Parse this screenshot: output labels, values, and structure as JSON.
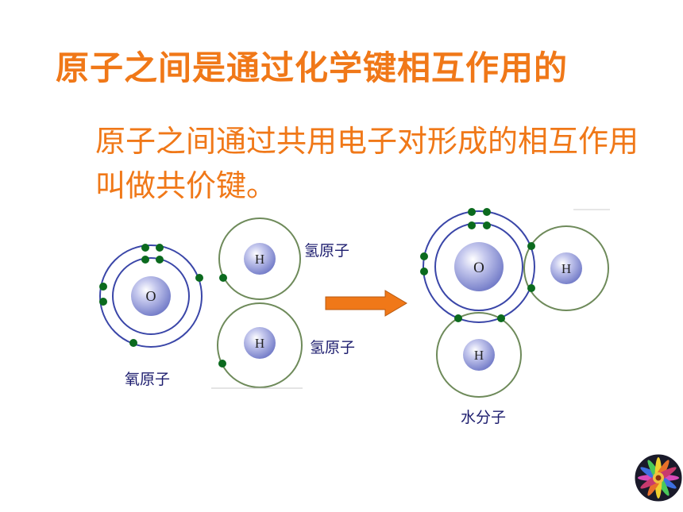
{
  "slide": {
    "title": "原子之间是通过化学键相互作用的",
    "body": "原子之间通过共用电子对形成的相互作用叫做共价键。"
  },
  "diagram": {
    "oxygen_atom": {
      "nucleus_symbol": "O",
      "label": "氧原子"
    },
    "hydrogen_atom_1": {
      "nucleus_symbol": "H",
      "label": "氢原子"
    },
    "hydrogen_atom_2": {
      "nucleus_symbol": "H",
      "label": "氢原子"
    },
    "water_molecule": {
      "oxygen_symbol": "O",
      "hydrogen_symbol_1": "H",
      "hydrogen_symbol_2": "H",
      "label": "水分子"
    }
  },
  "colors": {
    "title": "#f07818",
    "arrow_fill": "#f07818",
    "electron": "#0b6a1e",
    "shell_oxygen": "#3a46a8",
    "shell_hydrogen": "#6e8a5a",
    "label": "#1c1c6e"
  },
  "icons": {
    "corner_logo": "flower-logo-icon"
  }
}
